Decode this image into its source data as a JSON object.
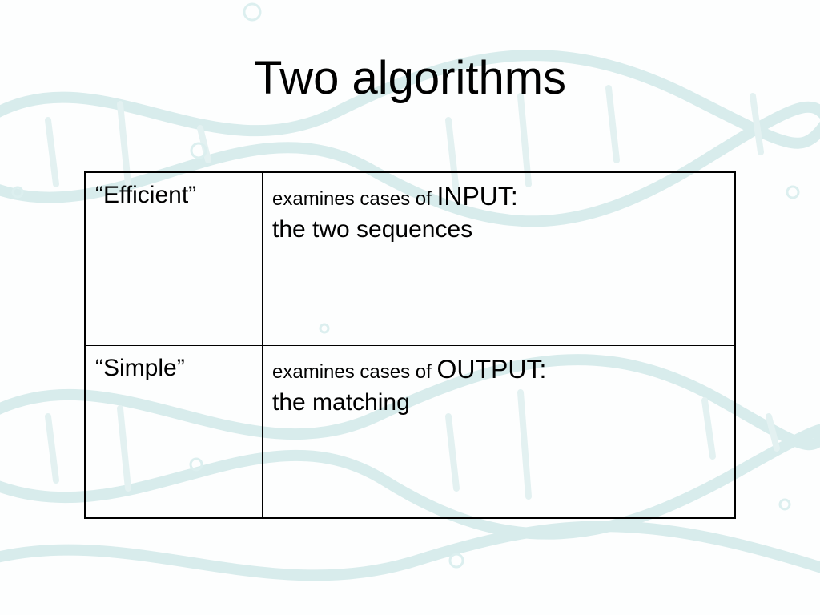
{
  "slide": {
    "title": "Two algorithms",
    "rows": [
      {
        "label": "“Efficient”",
        "prefix": "examines cases of ",
        "keyword": "INPUT:",
        "detail": "the two sequences"
      },
      {
        "label": "“Simple”",
        "prefix": "examines cases of ",
        "keyword": "OUTPUT:",
        "detail": "the matching"
      }
    ]
  },
  "colors": {
    "background_tint": "#d8ecec",
    "text": "#000000",
    "border": "#000000"
  },
  "icons": {
    "background": "dna-helix-watermark-icon"
  }
}
